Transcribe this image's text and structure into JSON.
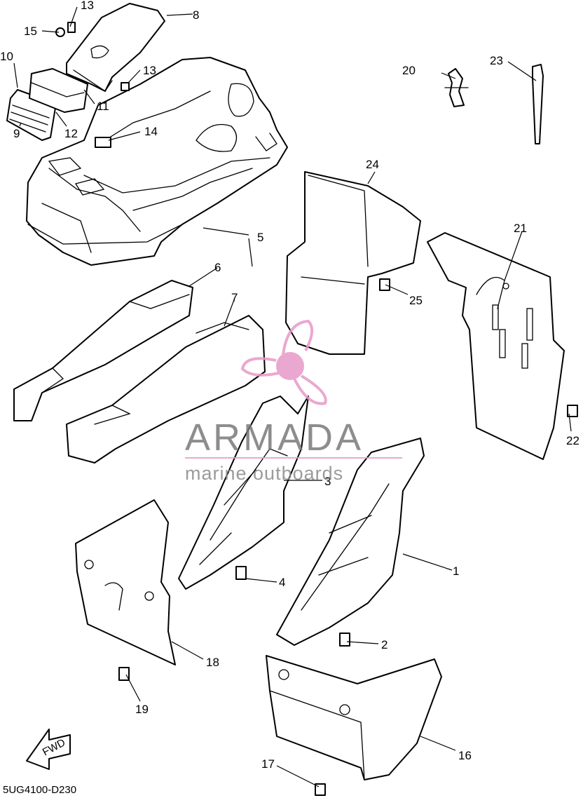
{
  "diagram_code": "5UG4100-D230",
  "direction_badge": "FWD",
  "watermark": {
    "brand": "ARMADA",
    "tagline": "marine outboards",
    "color_brand": "#7a7a7a",
    "color_logo": "#e79ac8"
  },
  "callouts": [
    {
      "id": "c1",
      "label": "1"
    },
    {
      "id": "c2",
      "label": "2"
    },
    {
      "id": "c3",
      "label": "3"
    },
    {
      "id": "c4",
      "label": "4"
    },
    {
      "id": "c5",
      "label": "5"
    },
    {
      "id": "c6",
      "label": "6"
    },
    {
      "id": "c7",
      "label": "7"
    },
    {
      "id": "c8",
      "label": "8"
    },
    {
      "id": "c9",
      "label": "9"
    },
    {
      "id": "c10",
      "label": "10"
    },
    {
      "id": "c11",
      "label": "11"
    },
    {
      "id": "c12",
      "label": "12"
    },
    {
      "id": "c13a",
      "label": "13"
    },
    {
      "id": "c13b",
      "label": "13"
    },
    {
      "id": "c14",
      "label": "14"
    },
    {
      "id": "c15",
      "label": "15"
    },
    {
      "id": "c16",
      "label": "16"
    },
    {
      "id": "c17",
      "label": "17"
    },
    {
      "id": "c18",
      "label": "18"
    },
    {
      "id": "c19",
      "label": "19"
    },
    {
      "id": "c20",
      "label": "20"
    },
    {
      "id": "c21",
      "label": "21"
    },
    {
      "id": "c22",
      "label": "22"
    },
    {
      "id": "c23",
      "label": "23"
    },
    {
      "id": "c24",
      "label": "24"
    },
    {
      "id": "c25",
      "label": "25"
    }
  ]
}
